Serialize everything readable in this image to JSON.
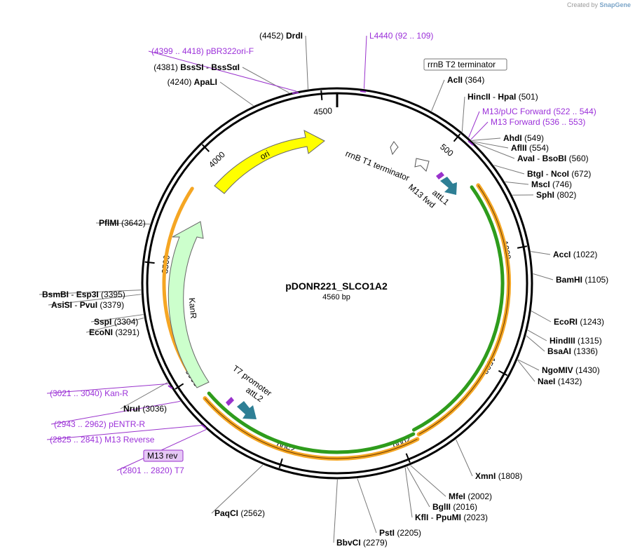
{
  "credit": {
    "prefix": "Created by",
    "brand": "SnapGene"
  },
  "plasmid": {
    "name": "pDONR221_SLCO1A2",
    "length": "4560 bp",
    "total_bp": 4560
  },
  "ticks": [
    "500",
    "1000",
    "1500",
    "2000",
    "2500",
    "3000",
    "3500",
    "4000",
    "4500"
  ],
  "enzymes": [
    {
      "name": "DrdI",
      "pos": "(4452)"
    },
    {
      "name": "BssSI",
      "alt": "BssSαI",
      "pos": "(4381)"
    },
    {
      "name": "ApaLI",
      "pos": "(4240)"
    },
    {
      "name": "AclI",
      "pos": "(364)"
    },
    {
      "name": "HincII",
      "alt": "HpaI",
      "pos": "(501)"
    },
    {
      "name": "AhdI",
      "pos": "(549)"
    },
    {
      "name": "AflII",
      "pos": "(554)"
    },
    {
      "name": "AvaI",
      "alt": "BsoBI",
      "pos": "(560)"
    },
    {
      "name": "BtgI",
      "alt": "NcoI",
      "pos": "(672)"
    },
    {
      "name": "MscI",
      "pos": "(746)"
    },
    {
      "name": "SphI",
      "pos": "(802)"
    },
    {
      "name": "AccI",
      "pos": "(1022)"
    },
    {
      "name": "BamHI",
      "pos": "(1105)"
    },
    {
      "name": "EcoRI",
      "pos": "(1243)"
    },
    {
      "name": "HindIII",
      "pos": "(1315)"
    },
    {
      "name": "BsaAI",
      "pos": "(1336)"
    },
    {
      "name": "NgoMIV",
      "pos": "(1430)"
    },
    {
      "name": "NaeI",
      "pos": "(1432)"
    },
    {
      "name": "XmnI",
      "pos": "(1808)"
    },
    {
      "name": "MfeI",
      "pos": "(2002)"
    },
    {
      "name": "BglII",
      "pos": "(2016)"
    },
    {
      "name": "KflI",
      "alt": "PpuMI",
      "pos": "(2023)"
    },
    {
      "name": "PstI",
      "pos": "(2205)"
    },
    {
      "name": "BbvCI",
      "pos": "(2279)"
    },
    {
      "name": "PaqCI",
      "pos": "(2562)"
    },
    {
      "name": "NruI",
      "pos": "(3036)"
    },
    {
      "name": "EcoNI",
      "pos": "(3291)"
    },
    {
      "name": "SspI",
      "pos": "(3304)"
    },
    {
      "name": "AsiSI",
      "alt": "PvuI",
      "pos": "(3379)"
    },
    {
      "name": "BsmBI",
      "alt": "Esp3I",
      "pos": "(3395)"
    },
    {
      "name": "PflMI",
      "pos": "(3642)"
    }
  ],
  "primers": [
    {
      "name": "L4440",
      "pos": "(92 .. 109)"
    },
    {
      "name": "pBR322ori-F",
      "pos": "(4399 .. 4418)"
    },
    {
      "name": "M13/pUC Forward",
      "pos": "(522 .. 544)"
    },
    {
      "name": "M13 Forward",
      "pos": "(536 .. 553)"
    },
    {
      "name": "Kan-R",
      "pos": "(3021 .. 3040)"
    },
    {
      "name": "pENTR-R",
      "pos": "(2943 .. 2962)"
    },
    {
      "name": "M13 Reverse",
      "pos": "(2825 .. 2841)"
    },
    {
      "name": "M13 rev",
      "pos": ""
    },
    {
      "name": "T7",
      "pos": "(2801 .. 2820)"
    }
  ],
  "features": [
    {
      "name": "ori",
      "color": "#ffff00"
    },
    {
      "name": "KanR",
      "color": "#ccffcc"
    },
    {
      "name": "rrnB T2 terminator",
      "color": "#ffffff"
    },
    {
      "name": "rrnB T1 terminator",
      "color": "#ffffff"
    },
    {
      "name": "attL1",
      "color": "#2e7f95"
    },
    {
      "name": "attL2",
      "color": "#2e7f95"
    },
    {
      "name": "M13 fwd",
      "color": "#9932cc"
    },
    {
      "name": "T7 promoter",
      "color": "#9932cc"
    },
    {
      "name": "SLCO1A2",
      "color": "#2e9c1c"
    },
    {
      "name": "ORF",
      "color": "#f5a623"
    }
  ]
}
